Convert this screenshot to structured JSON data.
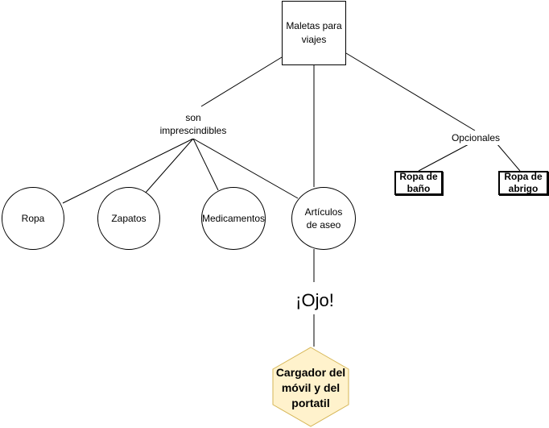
{
  "root": {
    "label": "Maletas para viajes"
  },
  "groups": {
    "essential": "son imprescindibles",
    "optional": "Opcionales"
  },
  "essential_items": [
    "Ropa",
    "Zapatos",
    "Medicamentos",
    "Artículos de aseo"
  ],
  "optional_items": [
    "Ropa de baño",
    "Ropa de abrigo"
  ],
  "warning": "¡Ojo!",
  "special_item": "Cargador del móvil y del portatil",
  "colors": {
    "line": "#000000",
    "cube_fill": "#fff2cc",
    "cube_stroke": "#d6b656"
  }
}
